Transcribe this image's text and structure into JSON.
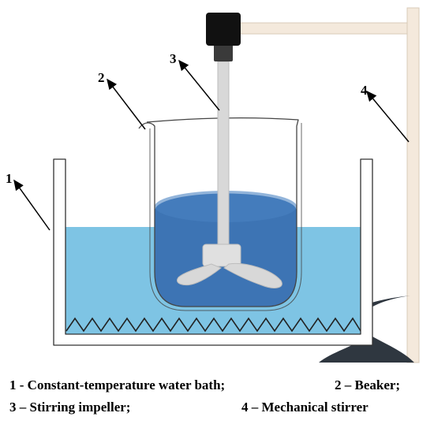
{
  "labels": {
    "n1": "1",
    "n2": "2",
    "n3": "3",
    "n4": "4"
  },
  "caption": {
    "item1": "1 - Constant-temperature water bath;",
    "item2": "2 – Beaker;",
    "item3": "3 – Stirring impeller;",
    "item4": "4 – Mechanical stirrer"
  },
  "colors": {
    "bath_water": "#7ec4e4",
    "beaker_liquid": "#3d74b4",
    "impeller": "#d8d8d8",
    "stand": "#f4e9dc",
    "stand_base": "#2f3740",
    "motor": "#111111"
  }
}
